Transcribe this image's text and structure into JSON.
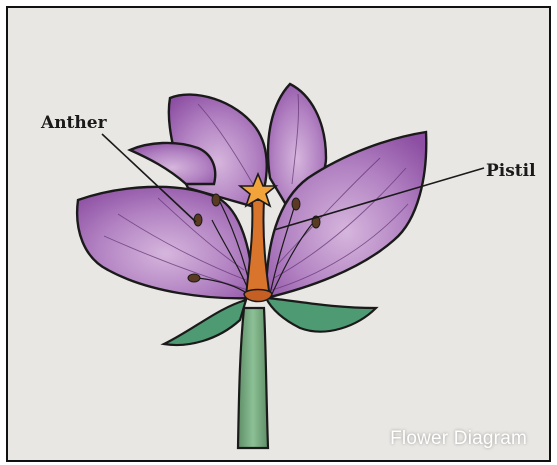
{
  "labels": {
    "anther": "Anther",
    "pistil": "Pistil"
  },
  "caption": "Flower Diagram",
  "colors": {
    "paper": "#e9e7e3",
    "petal": "#a56fb8",
    "petal_light": "#c9a2d3",
    "pistil": "#d9742d",
    "stigma": "#f2a33a",
    "stem": "#6f9e78",
    "sepal": "#4e9a73",
    "outline": "#1a1a1a"
  }
}
